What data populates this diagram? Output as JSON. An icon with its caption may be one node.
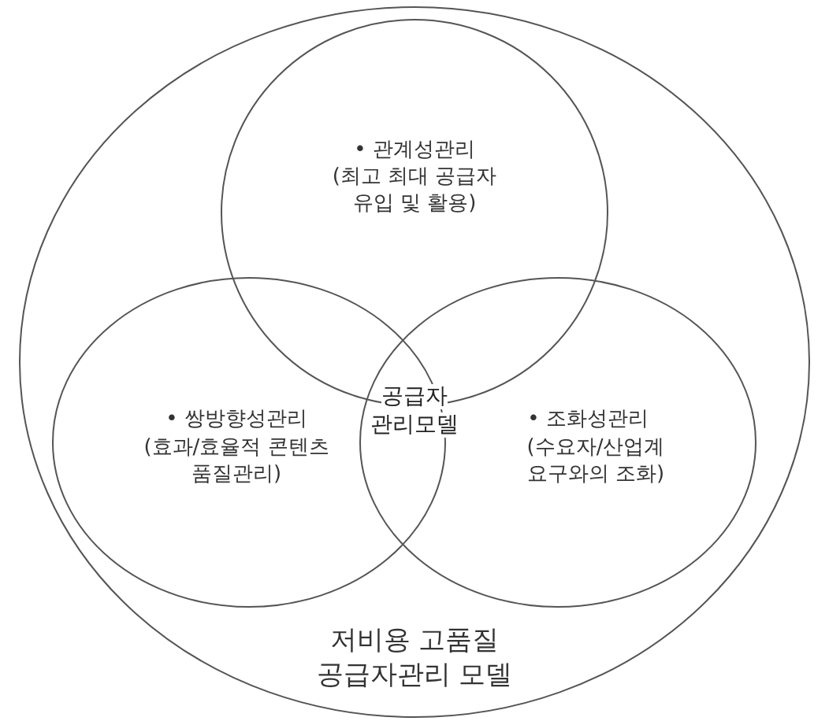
{
  "diagram": {
    "nodes": [
      {
        "text": [
          "저비용 고품질 공급자관리 모델"
        ]
      },
      {
        "text": [
          "• 관계성관리",
          "(최고 최대 공급자 유입 및 활용)"
        ],
        "in": 0
      },
      {
        "text": [
          "• 쌍방향성관리",
          "(효과/효율적 콘텐츠 품질관리)"
        ],
        "in": 0
      },
      {
        "text": [
          "• 조화성관리",
          "(수요자/산업계 요구와의 조화)"
        ],
        "in": 0
      }
    ],
    "edges": [],
    "labels": [
      "공급자 관리모델"
    ]
  }
}
